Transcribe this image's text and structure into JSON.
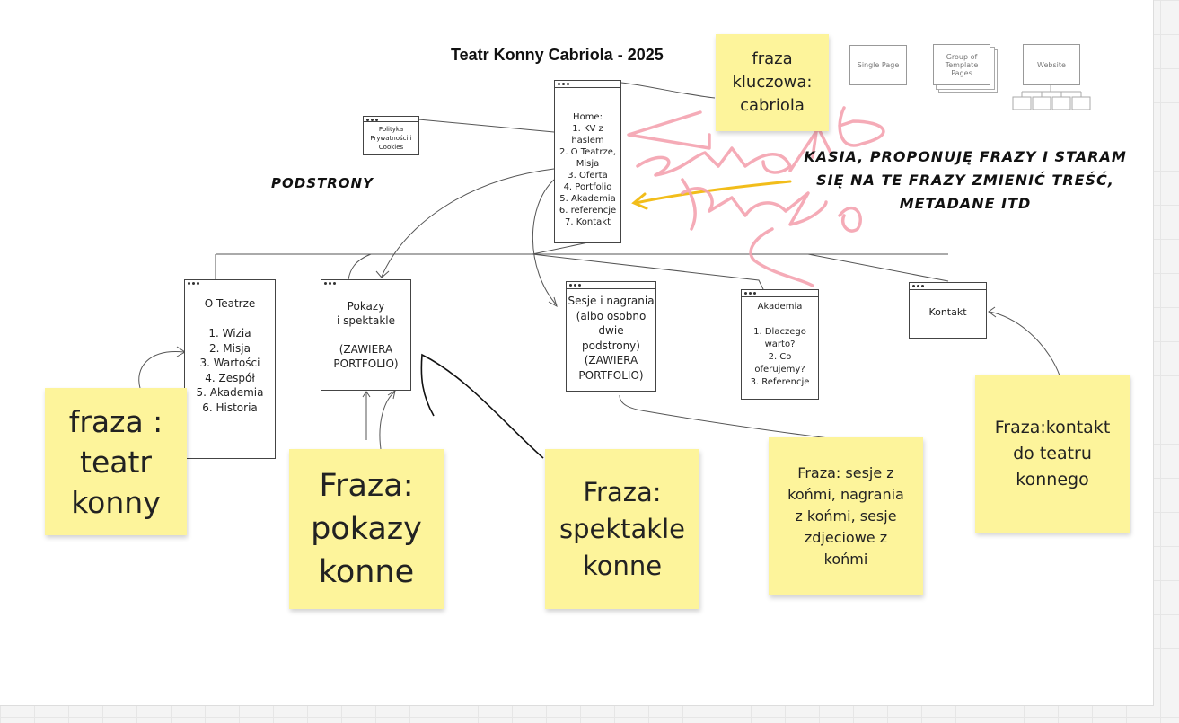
{
  "title": "Teatr Konny Cabriola - 2025",
  "podstrony_label": "PODSTRONY",
  "note": {
    "line1": "KASIA, PROPONUJĘ FRAZY I STARAM",
    "line2": "SIĘ NA TE FRAZY ZMIENIĆ TREŚĆ,",
    "line3": "METADANE ITD"
  },
  "pages": {
    "privacy": "Polityka\nPrywatności i\nCookies",
    "home": "Home:\n1. KV z haslem\n2. O Teatrze,\nMisja\n3. Oferta\n4. Portfolio\n5. Akademia\n6. referencje\n7. Kontakt",
    "o_teatrze": "O Teatrze\n\n1. Wizia\n2. Misja\n3. Wartości\n4. Zespół\n5. Akademia\n6. Historia",
    "pokazy": "Pokazy\ni spektakle\n\n(ZAWIERA\nPORTFOLIO)",
    "sesje": "Sesje i nagrania\n(albo osobno\ndwie\npodstrony)\n(ZAWIERA\nPORTFOLIO)",
    "akademia": "Akademia\n\n1. Dlaczego\nwarto?\n2. Co\noferujemy?\n3. Referencje",
    "kontakt": "Kontakt"
  },
  "legend": {
    "single": "Single Page",
    "group": "Group of\nTemplate Pages",
    "website": "Website"
  },
  "stickies": {
    "cabriola": "fraza\nkluczowa:\ncabriola",
    "teatr": "fraza :\nteatr\nkonny",
    "pokazy": "Fraza:\npokazy\nkonne",
    "spektakle": "Fraza:\nspektakle\nkonne",
    "sesje": "Fraza: sesje z\nkońmi, nagrania\nz końmi, sesje\nzdjeciowe z\nkońmi",
    "kontakt": "Fraza:kontakt\ndo teatru\nkonnego"
  },
  "colors": {
    "sticky": "#fdf49b",
    "pink_scribble": "#f4a3b0",
    "yellow_arrow": "#f2bd1a"
  }
}
